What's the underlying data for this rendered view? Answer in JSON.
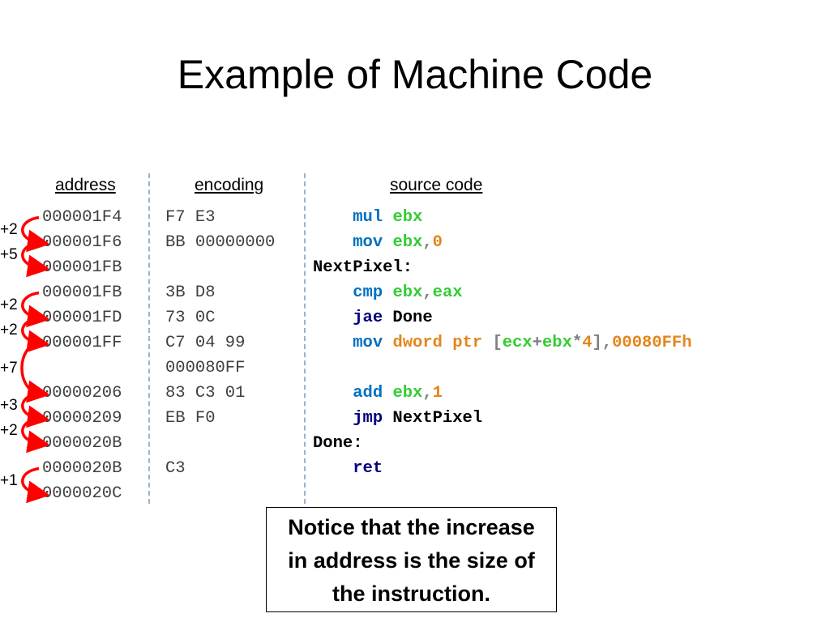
{
  "title": "Example of Machine Code",
  "headers": {
    "address": "address",
    "encoding": "encoding",
    "source": "source code"
  },
  "rows": [
    {
      "address": "000001F4",
      "encoding": "F7 E3"
    },
    {
      "address": "000001F6",
      "encoding": "BB 00000000"
    },
    {
      "address": "000001FB",
      "encoding": ""
    },
    {
      "address": "000001FB",
      "encoding": "3B D8"
    },
    {
      "address": "000001FD",
      "encoding": "73 0C"
    },
    {
      "address": "000001FF",
      "encoding": "C7 04 99"
    },
    {
      "address": "",
      "encoding": "000080FF"
    },
    {
      "address": "00000206",
      "encoding": "83 C3 01"
    },
    {
      "address": "00000209",
      "encoding": "EB F0"
    },
    {
      "address": "0000020B",
      "encoding": ""
    },
    {
      "address": "0000020B",
      "encoding": "C3"
    },
    {
      "address": "0000020C",
      "encoding": ""
    }
  ],
  "source_lines": [
    {
      "indent": "    ",
      "tokens": [
        {
          "t": "mul",
          "c": "blue"
        },
        {
          "t": " ",
          "c": "black"
        },
        {
          "t": "ebx",
          "c": "green"
        }
      ]
    },
    {
      "indent": "    ",
      "tokens": [
        {
          "t": "mov",
          "c": "blue"
        },
        {
          "t": " ",
          "c": "black"
        },
        {
          "t": "ebx",
          "c": "green"
        },
        {
          "t": ",",
          "c": "gray"
        },
        {
          "t": "0",
          "c": "orange"
        }
      ]
    },
    {
      "indent": "",
      "tokens": [
        {
          "t": "NextPixel:",
          "c": "black"
        }
      ]
    },
    {
      "indent": "    ",
      "tokens": [
        {
          "t": "cmp",
          "c": "blue"
        },
        {
          "t": " ",
          "c": "black"
        },
        {
          "t": "ebx",
          "c": "green"
        },
        {
          "t": ",",
          "c": "gray"
        },
        {
          "t": "eax",
          "c": "green"
        }
      ]
    },
    {
      "indent": "    ",
      "tokens": [
        {
          "t": "jae",
          "c": "navy"
        },
        {
          "t": " Done",
          "c": "black"
        }
      ]
    },
    {
      "indent": "    ",
      "tokens": [
        {
          "t": "mov",
          "c": "blue"
        },
        {
          "t": " ",
          "c": "black"
        },
        {
          "t": "dword ptr",
          "c": "orange"
        },
        {
          "t": " [",
          "c": "gray"
        },
        {
          "t": "ecx",
          "c": "green"
        },
        {
          "t": "+",
          "c": "gray"
        },
        {
          "t": "ebx",
          "c": "green"
        },
        {
          "t": "*",
          "c": "gray"
        },
        {
          "t": "4",
          "c": "orange"
        },
        {
          "t": "],",
          "c": "gray"
        },
        {
          "t": "00080FFh",
          "c": "orange"
        }
      ]
    },
    {
      "indent": "",
      "tokens": []
    },
    {
      "indent": "    ",
      "tokens": [
        {
          "t": "add",
          "c": "blue"
        },
        {
          "t": " ",
          "c": "black"
        },
        {
          "t": "ebx",
          "c": "green"
        },
        {
          "t": ",",
          "c": "gray"
        },
        {
          "t": "1",
          "c": "orange"
        }
      ]
    },
    {
      "indent": "    ",
      "tokens": [
        {
          "t": "jmp",
          "c": "navy"
        },
        {
          "t": " NextPixel",
          "c": "black"
        }
      ]
    },
    {
      "indent": "",
      "tokens": [
        {
          "t": "Done:",
          "c": "black"
        }
      ]
    },
    {
      "indent": "    ",
      "tokens": [
        {
          "t": "ret",
          "c": "navy"
        }
      ]
    },
    {
      "indent": "",
      "tokens": []
    }
  ],
  "deltas": [
    {
      "label": "+2",
      "from": 0,
      "to": 1
    },
    {
      "label": "+5",
      "from": 1,
      "to": 2
    },
    {
      "label": "+2",
      "from": 3,
      "to": 4
    },
    {
      "label": "+2",
      "from": 4,
      "to": 5
    },
    {
      "label": "+7",
      "from": 5,
      "to": 7
    },
    {
      "label": "+3",
      "from": 7,
      "to": 8
    },
    {
      "label": "+2",
      "from": 8,
      "to": 9
    },
    {
      "label": "+1",
      "from": 10,
      "to": 11
    }
  ],
  "colors": {
    "blue": "#0070c0",
    "navy": "#00007f",
    "green": "#33cc33",
    "orange": "#e3861b",
    "gray": "#7f7f7f",
    "black": "#000000",
    "arrow": "#ff0000",
    "divider": "#9ab3cf"
  },
  "note": {
    "line1": "Notice that the increase",
    "line2": "in address is the size of",
    "line3": "the instruction."
  }
}
